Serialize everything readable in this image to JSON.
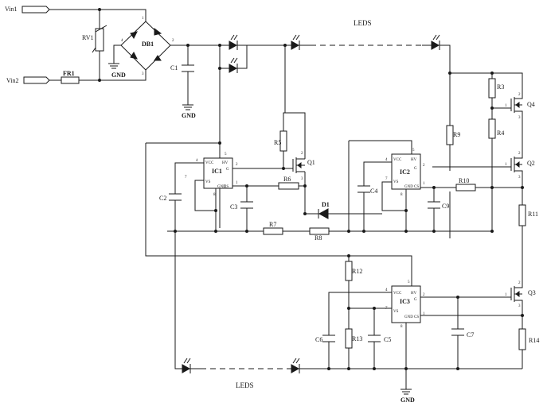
{
  "labels": {
    "vin1": "Vin1",
    "vin2": "Vin2",
    "rv1": "RV1",
    "fr1": "FR1",
    "db1": "DB1",
    "gnd": "GND",
    "c1": "C1",
    "leds_top": "LEDS",
    "leds_bottom": "LEDS",
    "r3": "R3",
    "r4": "R4",
    "q4": "Q4",
    "q2": "Q2",
    "q1": "Q1",
    "q3": "Q3",
    "r5": "R5",
    "r6": "R6",
    "r7": "R7",
    "r8": "R8",
    "r9": "R9",
    "r10": "R10",
    "r11": "R11",
    "r12": "R12",
    "r13": "R13",
    "r14": "R14",
    "c2": "C2",
    "c3": "C3",
    "c4": "C4",
    "c5": "C5",
    "c6": "C6",
    "c7": "C7",
    "c9": "C9",
    "d1": "D1",
    "ic1": "IC1",
    "ic2": "IC2",
    "ic3": "IC3"
  },
  "ic_pins": {
    "vcc": "VCC",
    "hv": "HV",
    "g": "G",
    "vs": "VS",
    "cs": "CS",
    "gnd": "GND"
  },
  "pin_numbers": {
    "p1": "1",
    "p2": "2",
    "p3": "3",
    "p4": "4",
    "p5": "5",
    "p7": "7",
    "p8": "8"
  }
}
